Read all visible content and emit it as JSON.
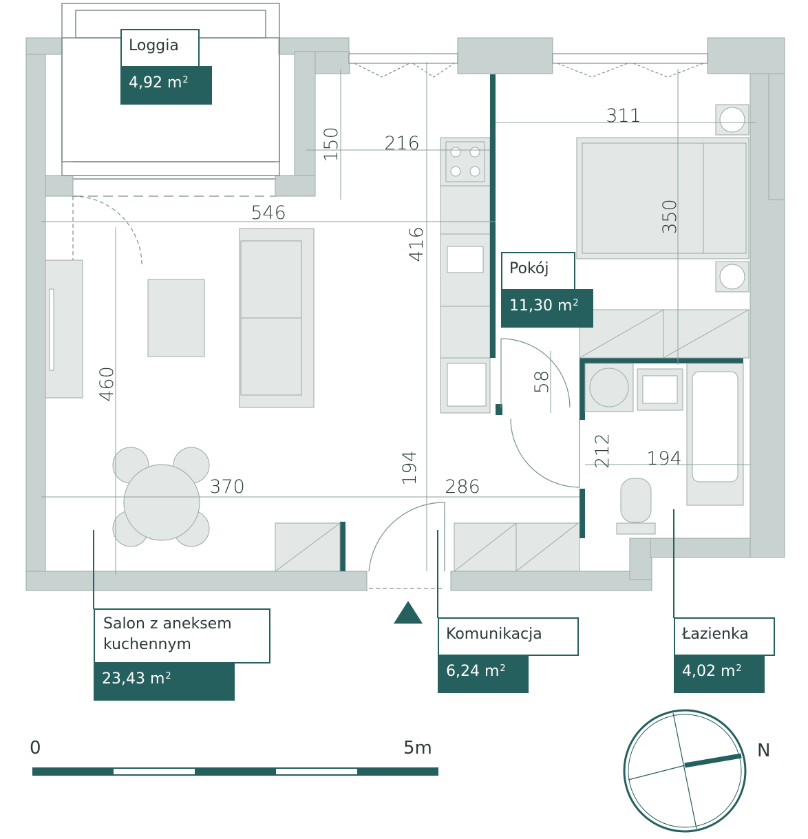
{
  "colors": {
    "accent": "#25605e",
    "wall": "#c8d3d1",
    "furniture": "#e3e8e7",
    "line": "#7a8f8d",
    "text": "#2b3a3a"
  },
  "rooms": {
    "loggia": {
      "name": "Loggia",
      "area": "4,92 m",
      "unit_sup": "2"
    },
    "pokoj": {
      "name": "Pokój",
      "area": "11,30 m",
      "unit_sup": "2"
    },
    "salon": {
      "name_line1": "Salon z aneksem",
      "name_line2": "kuchennym",
      "area": "23,43 m",
      "unit_sup": "2"
    },
    "komunikacja": {
      "name": "Komunikacja",
      "area": "6,24 m",
      "unit_sup": "2"
    },
    "lazienka": {
      "name": "Łazienka",
      "area": "4,02 m",
      "unit_sup": "2"
    }
  },
  "dimensions": {
    "d150": "150",
    "d216": "216",
    "d311": "311",
    "d546": "546",
    "d416": "416",
    "d350": "350",
    "d58": "58",
    "d460": "460",
    "d370": "370",
    "d194v": "194",
    "d286": "286",
    "d212": "212",
    "d194h": "194"
  },
  "scale": {
    "start": "0",
    "end": "5m"
  },
  "compass": {
    "north": "N"
  },
  "icons": {
    "entrance": "entrance-arrow-icon",
    "compass": "compass-icon"
  }
}
